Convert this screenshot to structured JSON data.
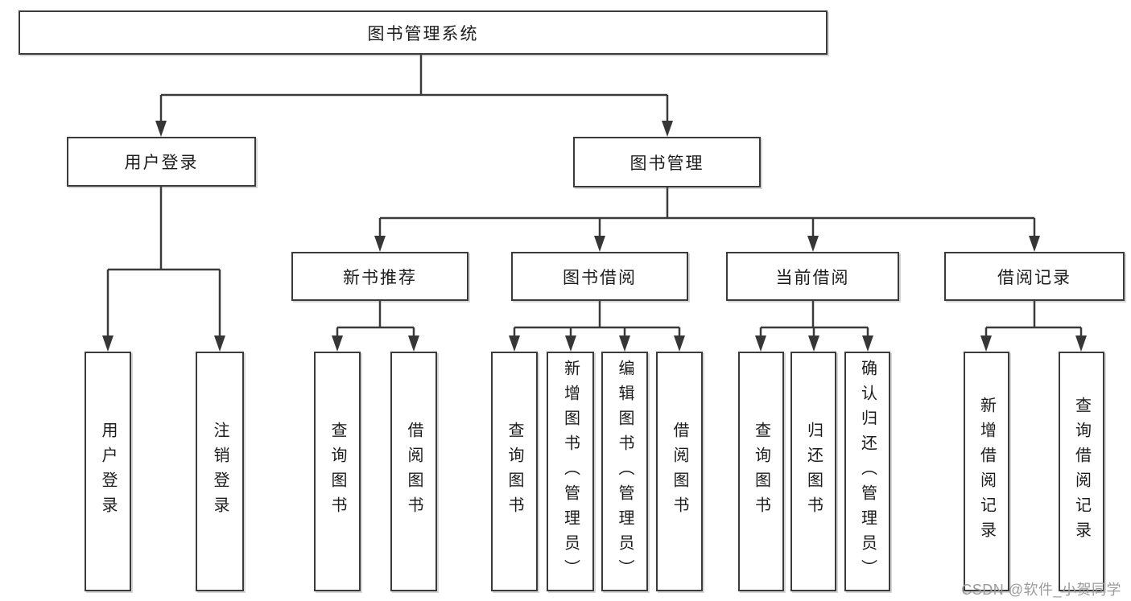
{
  "tree": {
    "root": {
      "label": "图书管理系统"
    },
    "branches": [
      {
        "label": "用户登录",
        "leaves": [
          {
            "label": "用户登录"
          },
          {
            "label": "注销登录"
          }
        ]
      },
      {
        "label": "图书管理",
        "groups": [
          {
            "label": "新书推荐",
            "leaves": [
              {
                "label": "查询图书"
              },
              {
                "label": "借阅图书"
              }
            ]
          },
          {
            "label": "图书借阅",
            "leaves": [
              {
                "label": "查询图书"
              },
              {
                "label": "新增图书（管理员）"
              },
              {
                "label": "编辑图书（管理员）"
              },
              {
                "label": "借阅图书"
              }
            ]
          },
          {
            "label": "当前借阅",
            "leaves": [
              {
                "label": "查询图书"
              },
              {
                "label": "归还图书"
              },
              {
                "label": "确认归还（管理员）"
              }
            ]
          },
          {
            "label": "借阅记录",
            "leaves": [
              {
                "label": "新增借阅记录"
              },
              {
                "label": "查询借阅记录"
              }
            ]
          }
        ]
      }
    ]
  },
  "watermark": {
    "text": "CSDN @软件_小贺同学"
  },
  "colors": {
    "line": "#3a3a3a",
    "box_border": "#3b3b3b",
    "text": "#1c1c1c",
    "watermark": "#9b9b9b",
    "background": "#ffffff"
  }
}
